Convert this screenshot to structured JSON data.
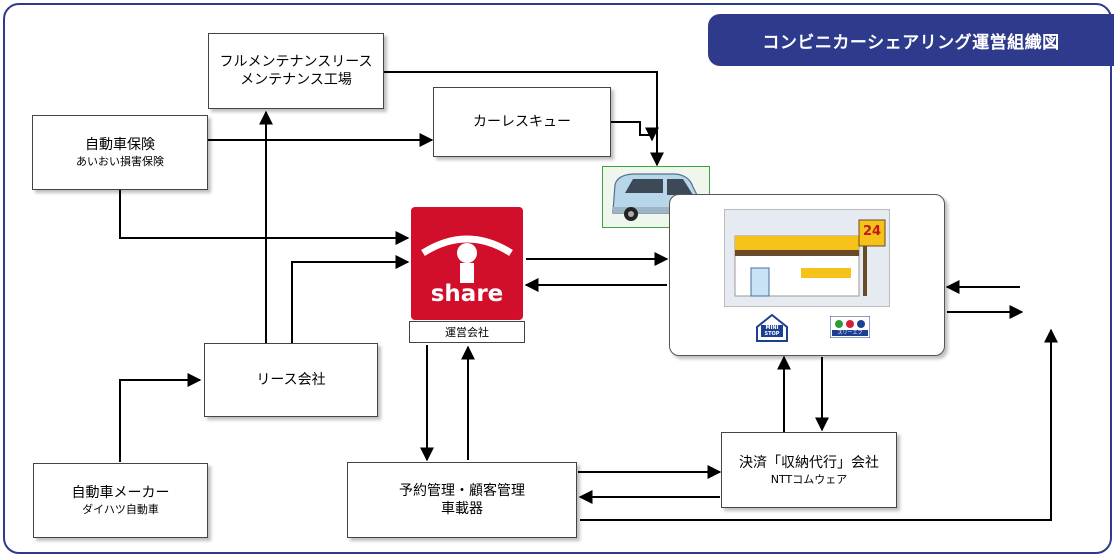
{
  "title": "コンビニカーシェアリング運営組織図",
  "nodes": {
    "maintenance": {
      "line1": "フルメンテナンスリース",
      "line2": "メンテナンス工場"
    },
    "carless": {
      "label": "カーレスキュー"
    },
    "insurance": {
      "main": "自動車保険",
      "sub": "あいおい損害保険"
    },
    "lease": {
      "label": "リース会社"
    },
    "maker": {
      "main": "自動車メーカー",
      "sub": "ダイハツ自動車"
    },
    "reservation": {
      "line1": "予約管理・顧客管理",
      "line2": "車載器"
    },
    "payment": {
      "main": "決済「収納代行」会社",
      "sub": "NTTコムウェア"
    },
    "operator": {
      "logo_text": "share",
      "label": "運営会社"
    }
  },
  "store": {
    "sign_number": "24",
    "logos": [
      "MINI STOP",
      "スリーエフ"
    ],
    "icons": [
      "car-photo",
      "convenience-store-illustration",
      "ministop-logo",
      "three-f-logo"
    ]
  },
  "colors": {
    "accent": "#2e3a8c",
    "ishare": "#d20f2a",
    "car_border": "#3aa53a"
  }
}
